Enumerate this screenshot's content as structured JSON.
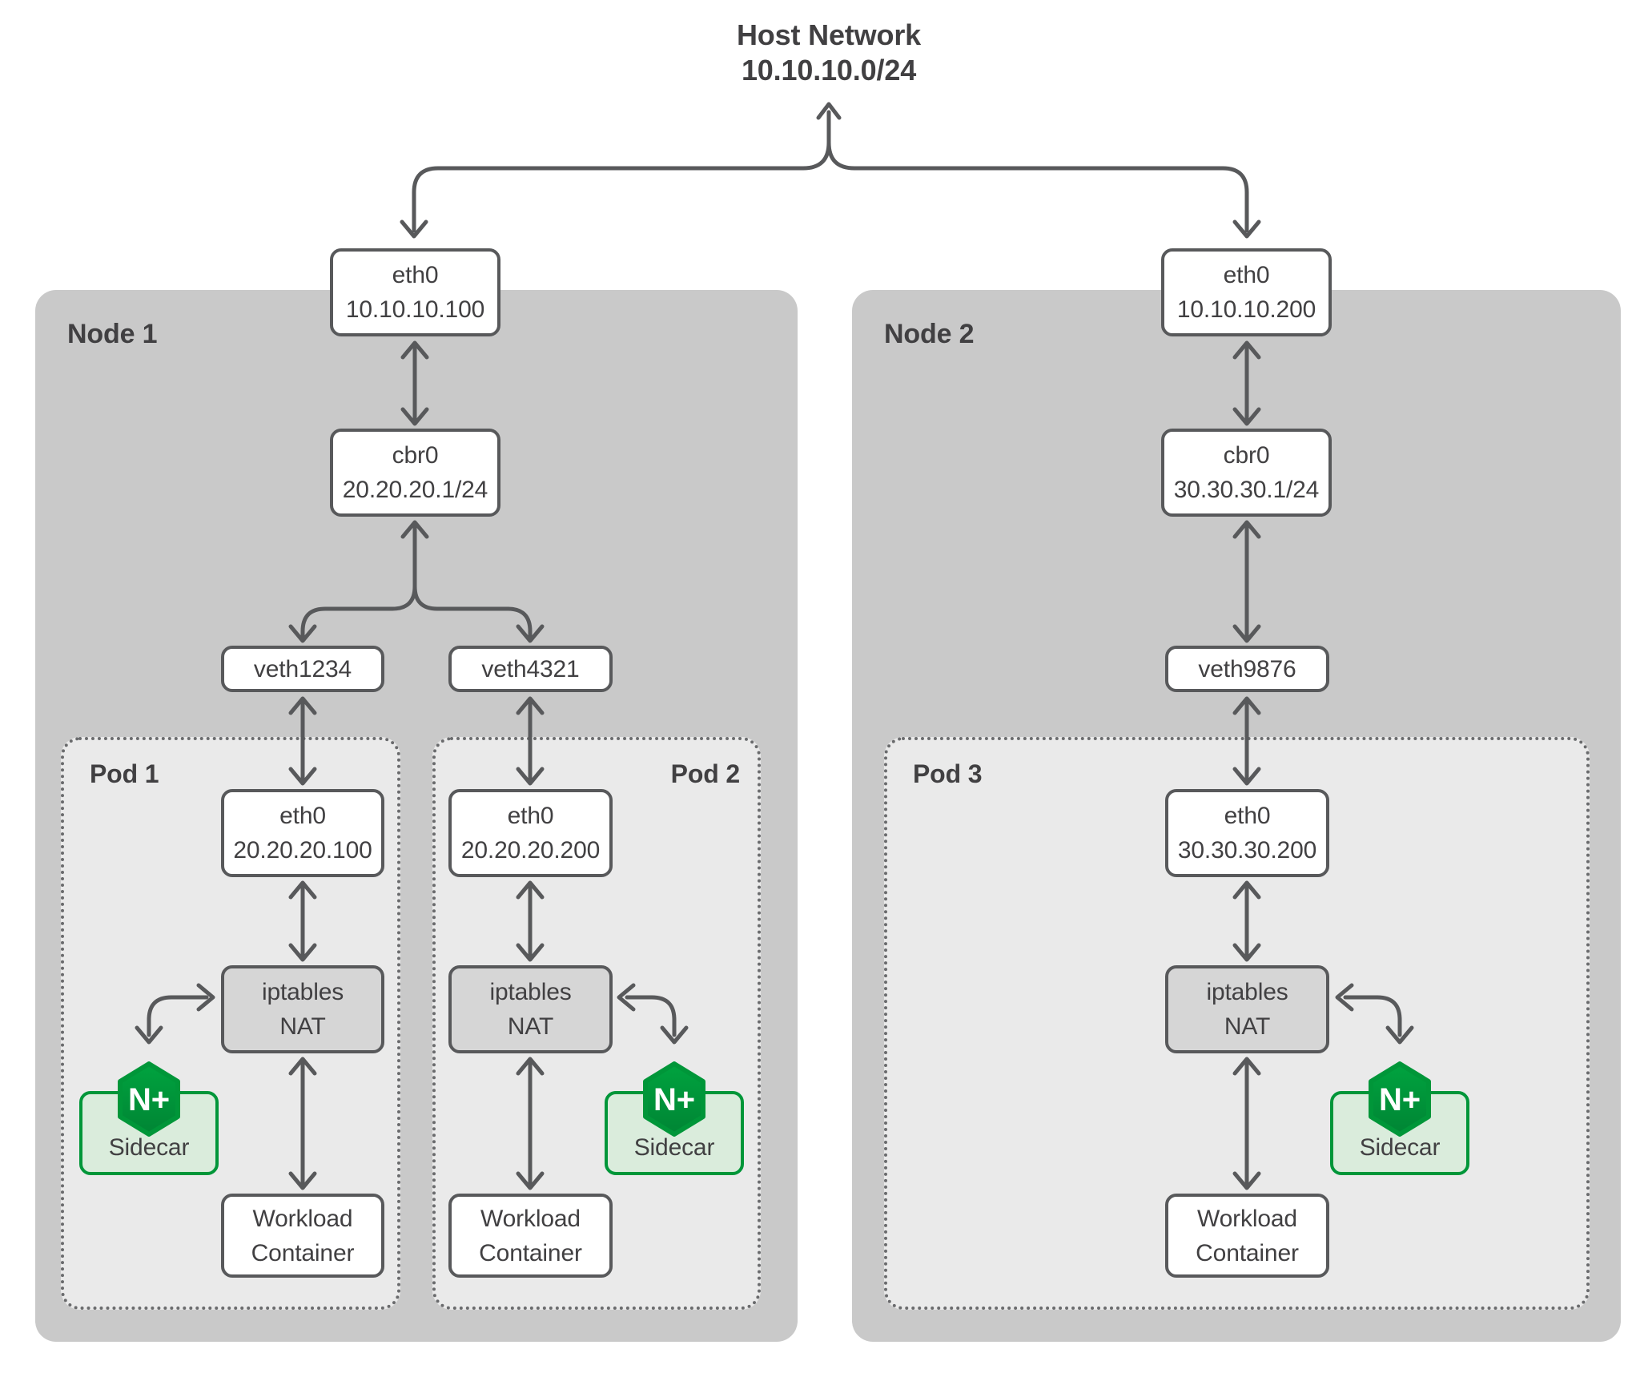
{
  "host_network": {
    "title": "Host Network",
    "cidr": "10.10.10.0/24"
  },
  "colors": {
    "node_fill": "#c9c9c9",
    "pod_fill": "#eaeaea",
    "nat_fill": "#d6d6d6",
    "box_fill": "#ffffff",
    "stroke_gray": "#58595b",
    "text_gray": "#414042",
    "pod_border_dotted": "#6a6b6d",
    "nginx_green": "#009639",
    "sidecar_fill": "#daecdc"
  },
  "nodes": [
    {
      "label": "Node 1",
      "eth0": {
        "name": "eth0",
        "ip": "10.10.10.100"
      },
      "bridge": {
        "name": "cbr0",
        "cidr": "20.20.20.1/24"
      },
      "veths": [
        {
          "label": "veth1234"
        },
        {
          "label": "veth4321"
        }
      ],
      "pods": [
        {
          "label": "Pod 1",
          "eth0": {
            "name": "eth0",
            "ip": "20.20.20.100"
          },
          "nat": {
            "line1": "iptables",
            "line2": "NAT"
          },
          "sidecar": {
            "label": "Sidecar",
            "badge": "N+"
          },
          "workload": {
            "line1": "Workload",
            "line2": "Container"
          }
        },
        {
          "label": "Pod 2",
          "eth0": {
            "name": "eth0",
            "ip": "20.20.20.200"
          },
          "nat": {
            "line1": "iptables",
            "line2": "NAT"
          },
          "sidecar": {
            "label": "Sidecar",
            "badge": "N+"
          },
          "workload": {
            "line1": "Workload",
            "line2": "Container"
          }
        }
      ]
    },
    {
      "label": "Node 2",
      "eth0": {
        "name": "eth0",
        "ip": "10.10.10.200"
      },
      "bridge": {
        "name": "cbr0",
        "cidr": "30.30.30.1/24"
      },
      "veths": [
        {
          "label": "veth9876"
        }
      ],
      "pods": [
        {
          "label": "Pod 3",
          "eth0": {
            "name": "eth0",
            "ip": "30.30.30.200"
          },
          "nat": {
            "line1": "iptables",
            "line2": "NAT"
          },
          "sidecar": {
            "label": "Sidecar",
            "badge": "N+"
          },
          "workload": {
            "line1": "Workload",
            "line2": "Container"
          }
        }
      ]
    }
  ]
}
